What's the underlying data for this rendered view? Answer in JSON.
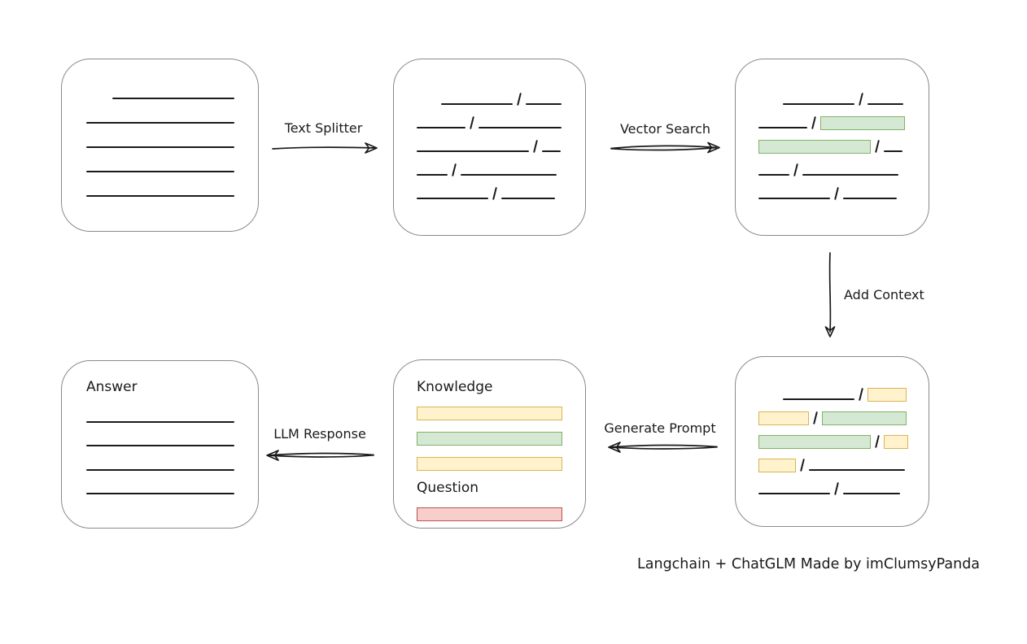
{
  "caption": "Langchain + ChatGLM Made by imClumsyPanda",
  "colors": {
    "line": "#1a1a1a",
    "box_border": "#8a8a8a",
    "green_fill": "#d5e8d4",
    "green_border": "#82b366",
    "yellow_fill": "#fff2cc",
    "yellow_border": "#d6b656",
    "red_fill": "#f8cecc",
    "red_border": "#b85450"
  },
  "arrows": {
    "text_splitter": {
      "label": "Text Splitter",
      "direction": "right"
    },
    "vector_search": {
      "label": "Vector Search",
      "direction": "right"
    },
    "add_context": {
      "label": "Add Context",
      "direction": "down"
    },
    "generate_prompt": {
      "label": "Generate Prompt",
      "direction": "left"
    },
    "llm_response": {
      "label": "LLM Response",
      "direction": "left"
    }
  },
  "boxes": {
    "source_document": {
      "rows": [
        {
          "segs": [
            {
              "t": "line",
              "w": 150,
              "ind": 32
            }
          ]
        },
        {
          "segs": [
            {
              "t": "line",
              "w": 182
            }
          ]
        },
        {
          "segs": [
            {
              "t": "line",
              "w": 182
            }
          ]
        },
        {
          "segs": [
            {
              "t": "line",
              "w": 182
            }
          ]
        },
        {
          "segs": [
            {
              "t": "line",
              "w": 182
            }
          ]
        }
      ]
    },
    "split_text": {
      "rows": [
        {
          "segs": [
            {
              "t": "line",
              "w": 88,
              "ind": 30
            },
            {
              "t": "slash"
            },
            {
              "t": "line",
              "w": 44
            }
          ]
        },
        {
          "segs": [
            {
              "t": "line",
              "w": 60
            },
            {
              "t": "slash"
            },
            {
              "t": "line",
              "w": 102
            }
          ]
        },
        {
          "segs": [
            {
              "t": "line",
              "w": 138
            },
            {
              "t": "slash"
            },
            {
              "t": "line",
              "w": 23
            }
          ]
        },
        {
          "segs": [
            {
              "t": "line",
              "w": 38
            },
            {
              "t": "slash"
            },
            {
              "t": "line",
              "w": 118
            }
          ]
        },
        {
          "segs": [
            {
              "t": "line",
              "w": 88
            },
            {
              "t": "slash"
            },
            {
              "t": "line",
              "w": 66
            }
          ]
        }
      ]
    },
    "vector_matched": {
      "rows": [
        {
          "segs": [
            {
              "t": "line",
              "w": 88,
              "ind": 30
            },
            {
              "t": "slash"
            },
            {
              "t": "line",
              "w": 44
            }
          ]
        },
        {
          "segs": [
            {
              "t": "line",
              "w": 60
            },
            {
              "t": "slash"
            },
            {
              "t": "chunk",
              "c": "green",
              "w": 104
            }
          ]
        },
        {
          "segs": [
            {
              "t": "chunk",
              "c": "green",
              "w": 138
            },
            {
              "t": "slash"
            },
            {
              "t": "line",
              "w": 23
            }
          ]
        },
        {
          "segs": [
            {
              "t": "line",
              "w": 38
            },
            {
              "t": "slash"
            },
            {
              "t": "line",
              "w": 118
            }
          ]
        },
        {
          "segs": [
            {
              "t": "line",
              "w": 88
            },
            {
              "t": "slash"
            },
            {
              "t": "line",
              "w": 66
            }
          ]
        }
      ]
    },
    "context_chunks": {
      "rows": [
        {
          "segs": [
            {
              "t": "line",
              "w": 88,
              "ind": 30
            },
            {
              "t": "slash"
            },
            {
              "t": "chunk",
              "c": "yellow",
              "w": 48
            }
          ]
        },
        {
          "segs": [
            {
              "t": "chunk",
              "c": "yellow",
              "w": 62
            },
            {
              "t": "slash"
            },
            {
              "t": "chunk",
              "c": "green",
              "w": 104
            }
          ]
        },
        {
          "segs": [
            {
              "t": "chunk",
              "c": "green",
              "w": 138
            },
            {
              "t": "slash"
            },
            {
              "t": "chunk",
              "c": "yellow",
              "w": 30
            }
          ]
        },
        {
          "segs": [
            {
              "t": "chunk",
              "c": "yellow",
              "w": 46
            },
            {
              "t": "slash"
            },
            {
              "t": "line",
              "w": 118
            }
          ]
        },
        {
          "segs": [
            {
              "t": "line",
              "w": 88
            },
            {
              "t": "slash"
            },
            {
              "t": "line",
              "w": 70
            }
          ]
        }
      ]
    },
    "prompt": {
      "rows": [
        {
          "kind": "label-row",
          "segs": [
            {
              "t": "label",
              "v": "Knowledge"
            }
          ]
        },
        {
          "kind": "bar-row",
          "segs": [
            {
              "t": "bar",
              "c": "yellow"
            }
          ]
        },
        {
          "kind": "bar-row",
          "segs": [
            {
              "t": "bar",
              "c": "green"
            }
          ]
        },
        {
          "kind": "bar-row",
          "segs": [
            {
              "t": "bar",
              "c": "yellow"
            }
          ]
        },
        {
          "kind": "label-row",
          "segs": [
            {
              "t": "label",
              "v": "Question"
            }
          ]
        },
        {
          "kind": "bar-row",
          "segs": [
            {
              "t": "bar",
              "c": "red"
            }
          ]
        }
      ]
    },
    "answer": {
      "rows": [
        {
          "kind": "answer-label-row",
          "segs": [
            {
              "t": "label",
              "v": "Answer"
            }
          ]
        },
        {
          "kind": "answer-line-row",
          "segs": [
            {
              "t": "line",
              "w": 182
            }
          ]
        },
        {
          "kind": "answer-line-row",
          "segs": [
            {
              "t": "line",
              "w": 182
            }
          ]
        },
        {
          "kind": "answer-line-row",
          "segs": [
            {
              "t": "line",
              "w": 182
            }
          ]
        },
        {
          "kind": "answer-line-row",
          "segs": [
            {
              "t": "line",
              "w": 182
            }
          ]
        }
      ]
    }
  }
}
